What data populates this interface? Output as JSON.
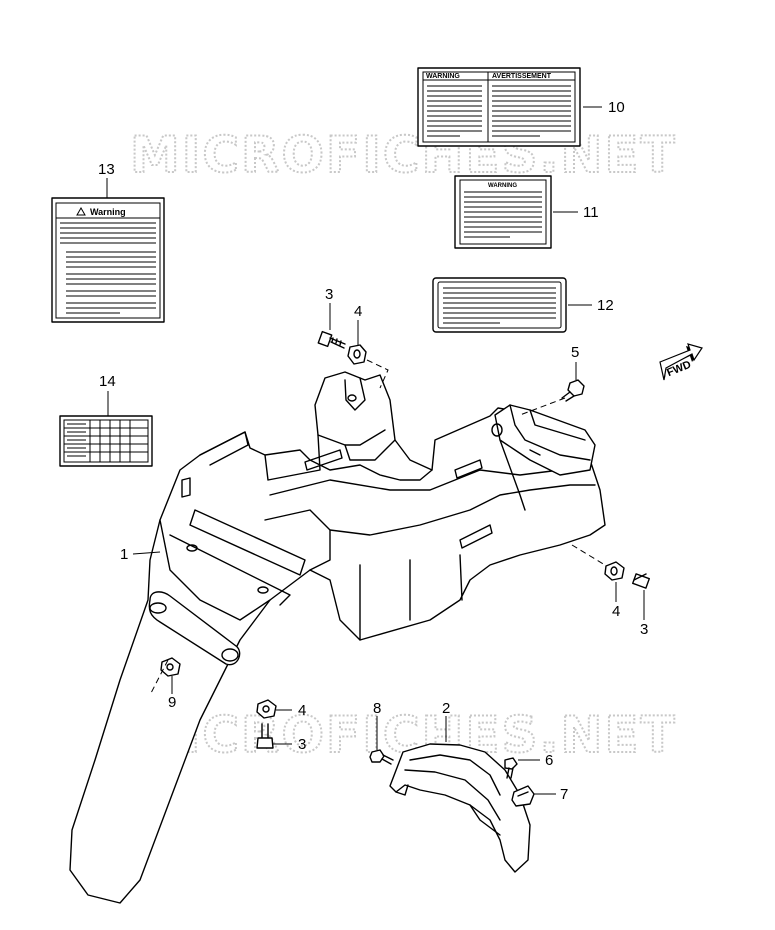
{
  "watermark": {
    "top": "MICROFICHES.NET",
    "bottom": "MICROFICHES.NET"
  },
  "labels": {
    "label10_left": "WARNING",
    "label10_right": "AVERTISSEMENT",
    "label11_head": "WARNING",
    "label13_head": "Warning",
    "fwd": "FWD"
  },
  "callouts": {
    "c1": "1",
    "c2": "2",
    "c3a": "3",
    "c3b": "3",
    "c3c": "3",
    "c4a": "4",
    "c4b": "4",
    "c4c": "4",
    "c5": "5",
    "c6": "6",
    "c7": "7",
    "c8": "8",
    "c9": "9",
    "c10": "10",
    "c11": "11",
    "c12": "12",
    "c13": "13",
    "c14": "14"
  },
  "colors": {
    "ink": "#000000",
    "watermark": "#c8c8c8",
    "paper": "#ffffff"
  }
}
